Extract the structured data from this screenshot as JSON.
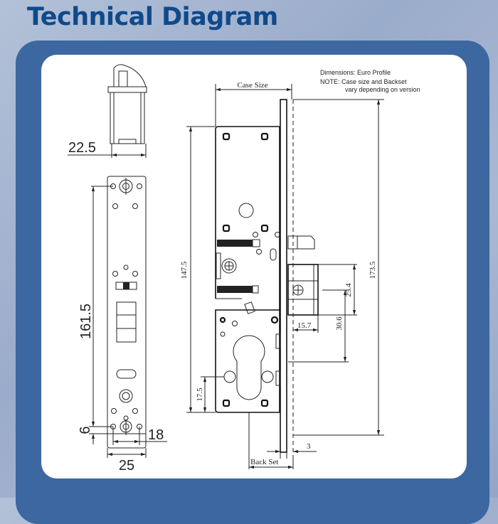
{
  "title": "Technical Diagram",
  "notes": {
    "line1": "Dimensions: Euro Profile",
    "line2": "NOTE:  Case size and Backset",
    "line3": "vary depending on version"
  },
  "front_view": {
    "width_top": "22.5",
    "height": "161.5",
    "hole_offset": "6",
    "hole_spacing": "18",
    "width": "25"
  },
  "side_view": {
    "case_size": "Case Size",
    "case_height": "147.5",
    "overall_height": "173.5",
    "deadbolt_height": "25.4",
    "deadbolt_offset": "30.6",
    "deadbolt_throw": "15.7",
    "cylinder_offset": "17.5",
    "backset": "Back Set",
    "faceplate_thickness": "3"
  }
}
